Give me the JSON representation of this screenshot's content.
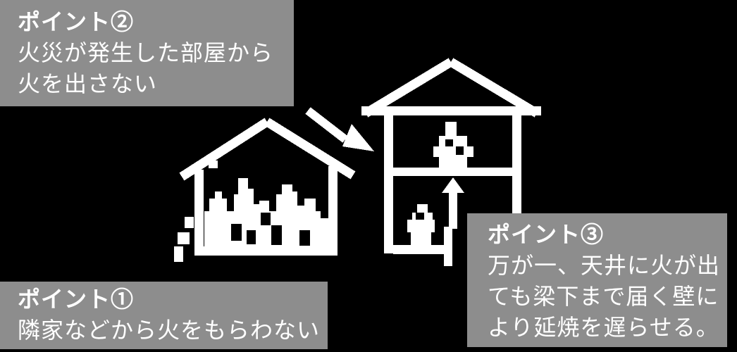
{
  "colors": {
    "background": "#000000",
    "panel": "#8d8d8d",
    "text": "#ffffff",
    "illustration": "#ffffff"
  },
  "points": {
    "point1": {
      "title": "ポイント①",
      "lines": [
        "隣家などから火をもらわない"
      ]
    },
    "point2": {
      "title": "ポイント②",
      "lines": [
        "火災が発生した部屋から",
        "火を出さない"
      ]
    },
    "point3": {
      "title": "ポイント③",
      "lines": [
        "万が一、天井に火が出",
        "ても梁下まで届く壁に",
        "より延焼を遅らせる。"
      ]
    }
  },
  "icons": {
    "burning-house-icon": "pixel-art house outline filled with large flames",
    "two-story-house-icon": "pixel-art cross-section of two-story house with eave bar and mid-floor line",
    "flame-upper-icon": "small flame on upper floor",
    "flame-lower-icon": "small flame on lower floor",
    "fire-spread-arrow-icon": "diagonal arrow from burning house toward neighboring house wall",
    "ceiling-arrow-icon": "upward arrow from lower floor pointing at ceiling beam"
  }
}
